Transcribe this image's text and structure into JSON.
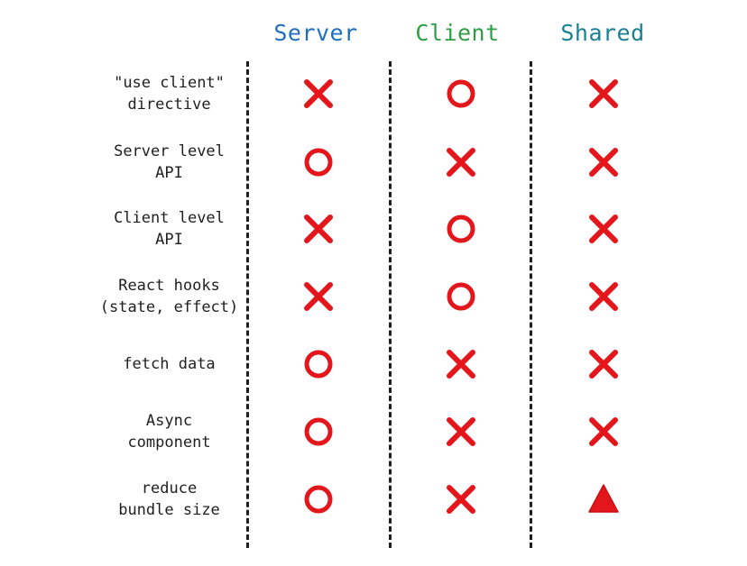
{
  "columns": [
    {
      "key": "server",
      "label": "Server",
      "color": "#1f6fbf"
    },
    {
      "key": "client",
      "label": "Client",
      "color": "#2e9e44"
    },
    {
      "key": "shared",
      "label": "Shared",
      "color": "#1a8194"
    }
  ],
  "marks": {
    "cross": {
      "icon": "cross-icon",
      "color": "#e3161b"
    },
    "circle": {
      "icon": "circle-icon",
      "color": "#e3161b"
    },
    "triangle": {
      "icon": "triangle-icon",
      "color": "#e3161b"
    }
  },
  "rows": [
    {
      "label": "\"use client\"\ndirective",
      "values": [
        "cross",
        "circle",
        "cross"
      ]
    },
    {
      "label": "Server level\nAPI",
      "values": [
        "circle",
        "cross",
        "cross"
      ]
    },
    {
      "label": "Client level\nAPI",
      "values": [
        "cross",
        "circle",
        "cross"
      ]
    },
    {
      "label": "React hooks\n(state, effect)",
      "values": [
        "cross",
        "circle",
        "cross"
      ]
    },
    {
      "label": "fetch data",
      "values": [
        "circle",
        "cross",
        "cross"
      ]
    },
    {
      "label": "Async\ncomponent",
      "values": [
        "circle",
        "cross",
        "cross"
      ]
    },
    {
      "label": "reduce\nbundle size",
      "values": [
        "circle",
        "cross",
        "triangle"
      ]
    }
  ]
}
